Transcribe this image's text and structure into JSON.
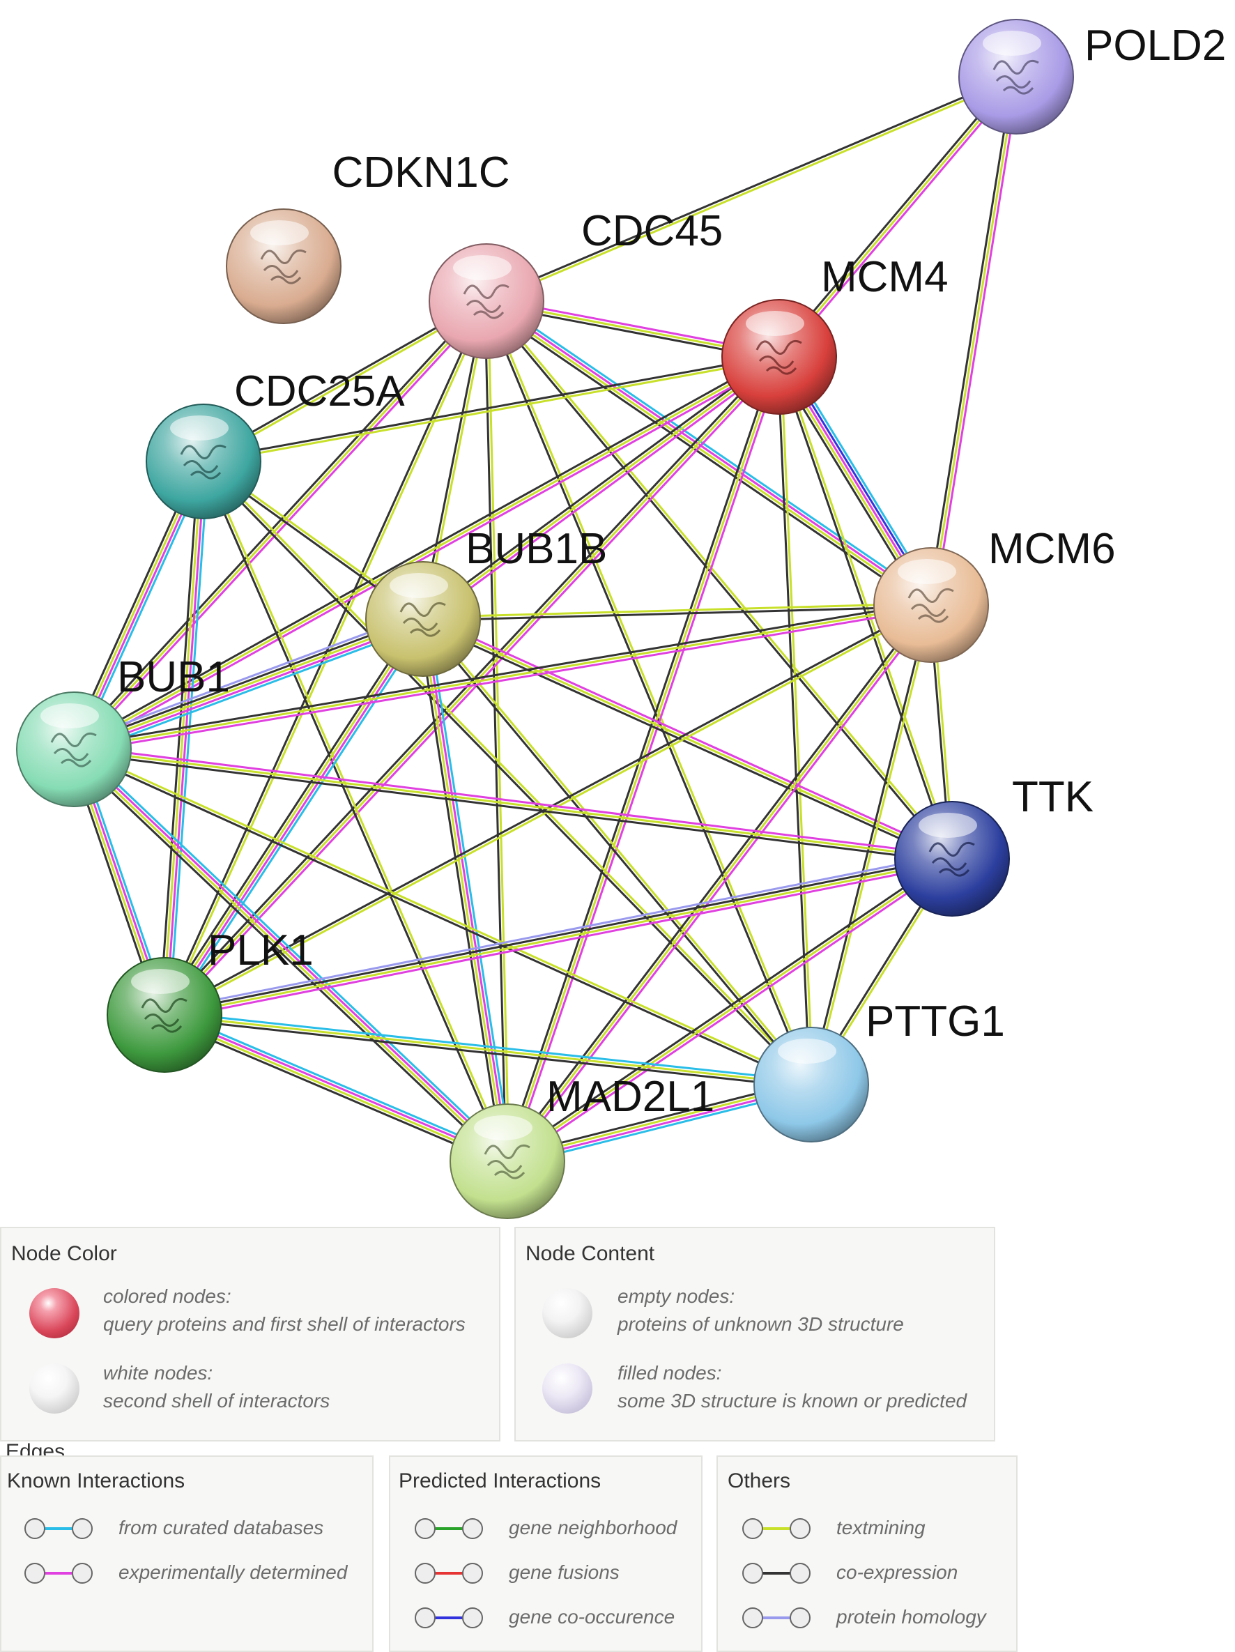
{
  "network": {
    "nodes": [
      {
        "id": "POLD2",
        "label": "POLD2",
        "color": "#a99be6"
      },
      {
        "id": "CDKN1C",
        "label": "CDKN1C",
        "color": "#d9ac90"
      },
      {
        "id": "CDC45",
        "label": "CDC45",
        "color": "#e9a7b0"
      },
      {
        "id": "MCM4",
        "label": "MCM4",
        "color": "#d8403c"
      },
      {
        "id": "CDC25A",
        "label": "CDC25A",
        "color": "#3ea6a0"
      },
      {
        "id": "BUB1B",
        "label": "BUB1B",
        "color": "#c8c16e"
      },
      {
        "id": "MCM6",
        "label": "MCM6",
        "color": "#e8bc96"
      },
      {
        "id": "BUB1",
        "label": "BUB1",
        "color": "#86dcb4"
      },
      {
        "id": "TTK",
        "label": "TTK",
        "color": "#2c3f9e"
      },
      {
        "id": "PLK1",
        "label": "PLK1",
        "color": "#3e9a3e"
      },
      {
        "id": "PTTG1",
        "label": "PTTG1",
        "color": "#8ec8e8"
      },
      {
        "id": "MAD2L1",
        "label": "MAD2L1",
        "color": "#c2e08e"
      }
    ],
    "edges": [
      {
        "a": "POLD2",
        "b": "CDC45",
        "types": [
          "textmining",
          "co-expression"
        ]
      },
      {
        "a": "POLD2",
        "b": "MCM4",
        "types": [
          "experimentally determined",
          "textmining",
          "co-expression"
        ]
      },
      {
        "a": "POLD2",
        "b": "MCM6",
        "types": [
          "experimentally determined",
          "textmining",
          "co-expression"
        ]
      },
      {
        "a": "CDC45",
        "b": "MCM4",
        "types": [
          "experimentally determined",
          "textmining",
          "co-expression"
        ]
      },
      {
        "a": "CDC45",
        "b": "CDC25A",
        "types": [
          "textmining",
          "co-expression"
        ]
      },
      {
        "a": "CDC45",
        "b": "BUB1B",
        "types": [
          "textmining",
          "co-expression"
        ]
      },
      {
        "a": "CDC45",
        "b": "MCM6",
        "types": [
          "from curated databases",
          "experimentally determined",
          "textmining",
          "co-expression"
        ]
      },
      {
        "a": "CDC45",
        "b": "BUB1",
        "types": [
          "experimentally determined",
          "textmining",
          "co-expression"
        ]
      },
      {
        "a": "CDC45",
        "b": "TTK",
        "types": [
          "textmining",
          "co-expression"
        ]
      },
      {
        "a": "CDC45",
        "b": "PLK1",
        "types": [
          "textmining",
          "co-expression"
        ]
      },
      {
        "a": "CDC45",
        "b": "PTTG1",
        "types": [
          "textmining",
          "co-expression"
        ]
      },
      {
        "a": "CDC45",
        "b": "MAD2L1",
        "types": [
          "textmining",
          "co-expression"
        ]
      },
      {
        "a": "MCM4",
        "b": "CDC25A",
        "types": [
          "textmining",
          "co-expression"
        ]
      },
      {
        "a": "MCM4",
        "b": "BUB1B",
        "types": [
          "experimentally determined",
          "textmining",
          "co-expression"
        ]
      },
      {
        "a": "MCM4",
        "b": "MCM6",
        "types": [
          "from curated databases",
          "gene co-occurence",
          "experimentally determined",
          "textmining",
          "co-expression"
        ]
      },
      {
        "a": "MCM4",
        "b": "BUB1",
        "types": [
          "experimentally determined",
          "textmining",
          "co-expression"
        ]
      },
      {
        "a": "MCM4",
        "b": "TTK",
        "types": [
          "textmining",
          "co-expression"
        ]
      },
      {
        "a": "MCM4",
        "b": "PLK1",
        "types": [
          "experimentally determined",
          "textmining",
          "co-expression"
        ]
      },
      {
        "a": "MCM4",
        "b": "PTTG1",
        "types": [
          "textmining",
          "co-expression"
        ]
      },
      {
        "a": "MCM4",
        "b": "MAD2L1",
        "types": [
          "experimentally determined",
          "textmining",
          "co-expression"
        ]
      },
      {
        "a": "CDC25A",
        "b": "BUB1",
        "types": [
          "from curated databases",
          "experimentally determined",
          "textmining",
          "co-expression"
        ]
      },
      {
        "a": "CDC25A",
        "b": "PLK1",
        "types": [
          "from curated databases",
          "experimentally determined",
          "textmining",
          "co-expression"
        ]
      },
      {
        "a": "CDC25A",
        "b": "BUB1B",
        "types": [
          "textmining",
          "co-expression"
        ]
      },
      {
        "a": "CDC25A",
        "b": "MAD2L1",
        "types": [
          "textmining",
          "co-expression"
        ]
      },
      {
        "a": "CDC25A",
        "b": "PTTG1",
        "types": [
          "textmining",
          "co-expression"
        ]
      },
      {
        "a": "BUB1B",
        "b": "BUB1",
        "types": [
          "from curated databases",
          "experimentally determined",
          "textmining",
          "co-expression",
          "protein homology"
        ]
      },
      {
        "a": "BUB1B",
        "b": "MCM6",
        "types": [
          "textmining",
          "co-expression"
        ]
      },
      {
        "a": "BUB1B",
        "b": "TTK",
        "types": [
          "experimentally determined",
          "textmining",
          "co-expression"
        ]
      },
      {
        "a": "BUB1B",
        "b": "PLK1",
        "types": [
          "from curated databases",
          "experimentally determined",
          "textmining",
          "co-expression"
        ]
      },
      {
        "a": "BUB1B",
        "b": "PTTG1",
        "types": [
          "textmining",
          "co-expression"
        ]
      },
      {
        "a": "BUB1B",
        "b": "MAD2L1",
        "types": [
          "from curated databases",
          "experimentally determined",
          "textmining",
          "co-expression"
        ]
      },
      {
        "a": "MCM6",
        "b": "BUB1",
        "types": [
          "experimentally determined",
          "textmining",
          "co-expression"
        ]
      },
      {
        "a": "MCM6",
        "b": "TTK",
        "types": [
          "textmining",
          "co-expression"
        ]
      },
      {
        "a": "MCM6",
        "b": "PLK1",
        "types": [
          "textmining",
          "co-expression"
        ]
      },
      {
        "a": "MCM6",
        "b": "PTTG1",
        "types": [
          "textmining",
          "co-expression"
        ]
      },
      {
        "a": "MCM6",
        "b": "MAD2L1",
        "types": [
          "experimentally determined",
          "textmining",
          "co-expression"
        ]
      },
      {
        "a": "BUB1",
        "b": "TTK",
        "types": [
          "experimentally determined",
          "textmining",
          "co-expression"
        ]
      },
      {
        "a": "BUB1",
        "b": "PLK1",
        "types": [
          "from curated databases",
          "experimentally determined",
          "textmining",
          "co-expression"
        ]
      },
      {
        "a": "BUB1",
        "b": "PTTG1",
        "types": [
          "textmining",
          "co-expression"
        ]
      },
      {
        "a": "BUB1",
        "b": "MAD2L1",
        "types": [
          "from curated databases",
          "experimentally determined",
          "textmining",
          "co-expression"
        ]
      },
      {
        "a": "TTK",
        "b": "PLK1",
        "types": [
          "experimentally determined",
          "textmining",
          "co-expression",
          "protein homology"
        ]
      },
      {
        "a": "TTK",
        "b": "PTTG1",
        "types": [
          "textmining",
          "co-expression"
        ]
      },
      {
        "a": "TTK",
        "b": "MAD2L1",
        "types": [
          "experimentally determined",
          "textmining",
          "co-expression"
        ]
      },
      {
        "a": "PLK1",
        "b": "PTTG1",
        "types": [
          "from curated databases",
          "textmining",
          "co-expression"
        ]
      },
      {
        "a": "PLK1",
        "b": "MAD2L1",
        "types": [
          "from curated databases",
          "experimentally determined",
          "textmining",
          "co-expression"
        ]
      },
      {
        "a": "PTTG1",
        "b": "MAD2L1",
        "types": [
          "from curated databases",
          "experimentally determined",
          "textmining",
          "co-expression"
        ]
      }
    ]
  },
  "edge_colors": {
    "from curated databases": "#29bde8",
    "experimentally determined": "#e040e0",
    "gene neighborhood": "#29a329",
    "gene fusions": "#e63333",
    "gene co-occurence": "#3333dd",
    "textmining": "#c8e02a",
    "co-expression": "#333333",
    "protein homology": "#9999ee"
  },
  "legend": {
    "node_color": {
      "title": "Node Color",
      "items": [
        {
          "line1": "colored nodes:",
          "line2": "query proteins and first shell of interactors",
          "ball_color": "#d9475a"
        },
        {
          "line1": "white nodes:",
          "line2": "second shell of interactors",
          "ball_color": "#f2f2f2"
        }
      ]
    },
    "node_content": {
      "title": "Node Content",
      "items": [
        {
          "line1": "empty nodes:",
          "line2": "proteins of unknown 3D structure",
          "ball_color": "#eeeeee"
        },
        {
          "line1": "filled nodes:",
          "line2": "some 3D structure is known or predicted",
          "ball_color": "#e2def0"
        }
      ]
    },
    "edges": {
      "title": "Edges",
      "known": {
        "title": "Known Interactions",
        "items": [
          {
            "label": "from curated databases",
            "color": "#29bde8"
          },
          {
            "label": "experimentally determined",
            "color": "#e040e0"
          }
        ]
      },
      "predicted": {
        "title": "Predicted Interactions",
        "items": [
          {
            "label": "gene neighborhood",
            "color": "#29a329"
          },
          {
            "label": "gene fusions",
            "color": "#e63333"
          },
          {
            "label": "gene co-occurence",
            "color": "#3333dd"
          }
        ]
      },
      "others": {
        "title": "Others",
        "items": [
          {
            "label": "textmining",
            "color": "#c8e02a"
          },
          {
            "label": "co-expression",
            "color": "#333333"
          },
          {
            "label": "protein homology",
            "color": "#9999ee"
          }
        ]
      }
    }
  }
}
